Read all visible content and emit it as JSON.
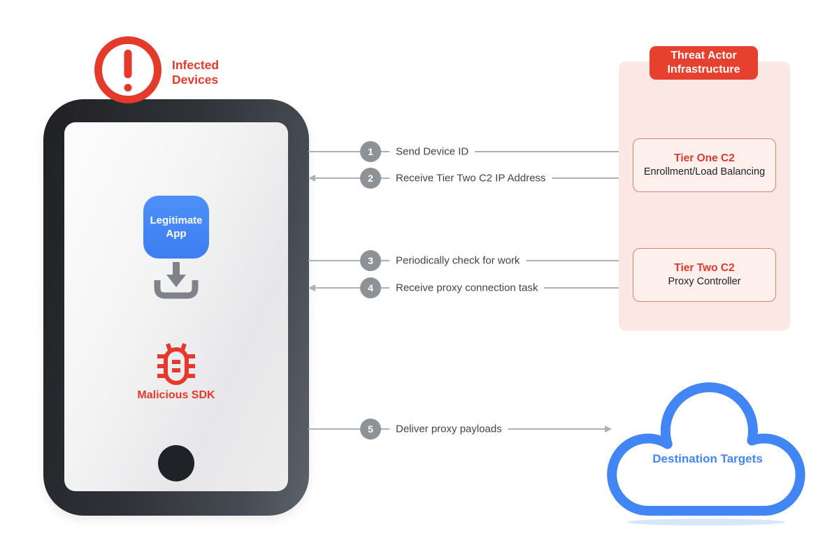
{
  "colors": {
    "red": "#e4392b",
    "blue": "#4285f4",
    "panel_pink": "#fbe8e5",
    "badge_gray": "#8d9297",
    "line_gray": "#adb1b6"
  },
  "infected": {
    "label": "Infected Devices"
  },
  "phone": {
    "app_label": "Legitimate App",
    "sdk_label": "Malicious SDK"
  },
  "arrows": [
    {
      "num": "1",
      "label": "Send Device ID",
      "direction": "right"
    },
    {
      "num": "2",
      "label": "Receive Tier Two C2 IP Address",
      "direction": "left"
    },
    {
      "num": "3",
      "label": "Periodically check for work",
      "direction": "right"
    },
    {
      "num": "4",
      "label": "Receive proxy connection task",
      "direction": "left"
    },
    {
      "num": "5",
      "label": "Deliver proxy payloads",
      "direction": "right"
    }
  ],
  "panel": {
    "title": "Threat Actor Infrastructure",
    "boxes": [
      {
        "title": "Tier One C2",
        "subtitle": "Enrollment/Load Balancing"
      },
      {
        "title": "Tier Two C2",
        "subtitle": "Proxy Controller"
      }
    ]
  },
  "cloud": {
    "label": "Destination Targets"
  },
  "icons": {
    "warning": "exclamation-circle",
    "download": "download-arrow-tray",
    "bug": "malware-bug",
    "cloud": "cloud-outline"
  }
}
